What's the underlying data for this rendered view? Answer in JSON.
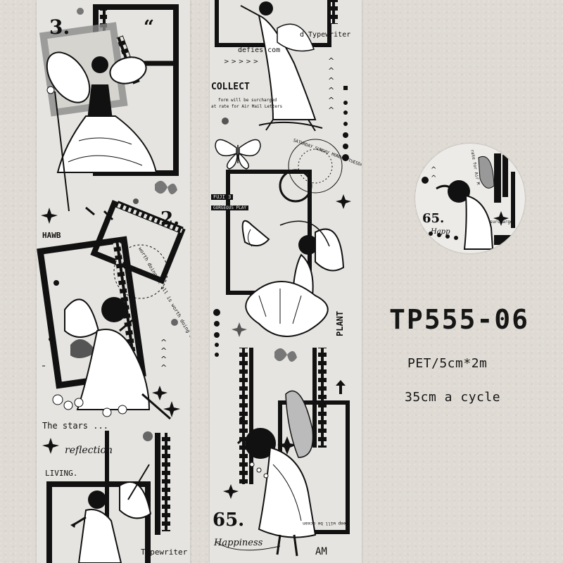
{
  "product": {
    "code": "TP555-06",
    "spec": "PET/5cm*2m",
    "cycle": "35cm a cycle"
  },
  "strip_left": {
    "num_3": "3.",
    "quote": "“",
    "num_2": "2.",
    "hawb": "HAWB",
    "circle_text": "worth doing at all is worth doing well",
    "stars": "The stars ...",
    "reflection": "reflection",
    "living": "LIVING.",
    "typewriter": "Typewriter"
  },
  "strip_right": {
    "typewriter": "d Typewriter",
    "defies": "defies com",
    "collect": "COLLECT",
    "collect_sub1": "form will be surcharged",
    "collect_sub2": "at rate for Air Mail Letters",
    "days_circle": "SATURDAY SUNDAY MONDAY TUESDAY WEDNESDAY",
    "fuji": "FUJI 3",
    "gorgeous": "GORGEOUS PLAY",
    "plant": "PLANT",
    "num_65": "65.",
    "happiness": "Happiness",
    "am": "AM",
    "deep": "Deep will be ocean"
  },
  "swatch": {
    "num": "65.",
    "happy": "Happ",
    "surcharged": "surcharged",
    "rate": "rate for Air M"
  },
  "colors": {
    "ink": "#111111",
    "paper": "#e6e4e0",
    "background": "#dfdbd4"
  }
}
